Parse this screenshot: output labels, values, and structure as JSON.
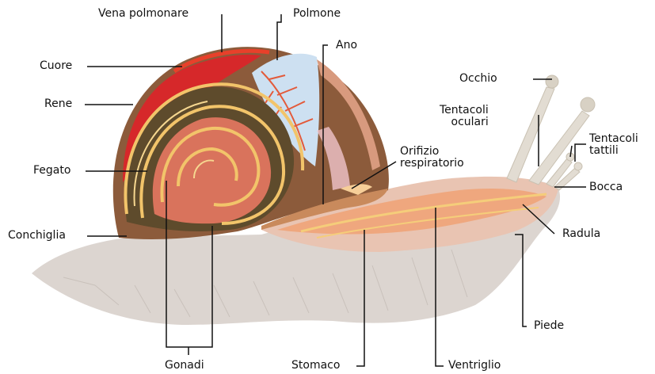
{
  "labels": {
    "vena_polmonare": "Vena polmonare",
    "polmone": "Polmone",
    "ano": "Ano",
    "cuore": "Cuore",
    "rene": "Rene",
    "occhio": "Occhio",
    "tentacoli_oculari": [
      "Tentacoli",
      "oculari"
    ],
    "tentacoli_tattili": [
      "Tentacoli",
      "tattili"
    ],
    "orifizio_respiratorio": [
      "Orifizio",
      "respiratorio"
    ],
    "fegato": "Fegato",
    "bocca": "Bocca",
    "conchiglia": "Conchiglia",
    "radula": "Radula",
    "piede": "Piede",
    "gonadi": "Gonadi",
    "stomaco": "Stomaco",
    "ventriglio": "Ventriglio"
  },
  "colors": {
    "shell": "#8a5a3a",
    "liver": "#5a4a2e",
    "gonad": "#d8705a",
    "spiral": "#f2c46a",
    "lung": "#c8dcef",
    "vein": "#e23a2a",
    "body": "#e8c9b8",
    "foot": "#d9d3cf"
  }
}
